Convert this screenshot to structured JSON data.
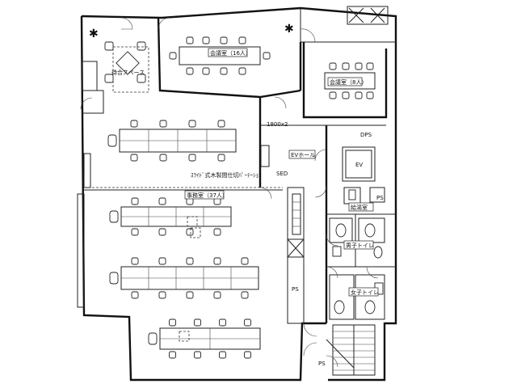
{
  "labels": {
    "meeting_a": "会議室（16人）",
    "meeting_b": "会議室（8人）",
    "office": "事務室（37人）",
    "waiting": "待合スペース",
    "partition": "ｽﾗｲﾄﾞ式木製間仕切ﾊﾟｰﾃｰｼｮﾝ",
    "ev_hall": "EVホール",
    "ev": "EV",
    "ps_top": "DPS",
    "ps_mid": "PS",
    "ps_low": "PS",
    "ps_bottom": "PS",
    "m_toilet": "男子トイレ",
    "f_toilet": "女子トイレ",
    "kitchen": "給湯室",
    "size_note": "1800x2",
    "door_note": "SED"
  }
}
